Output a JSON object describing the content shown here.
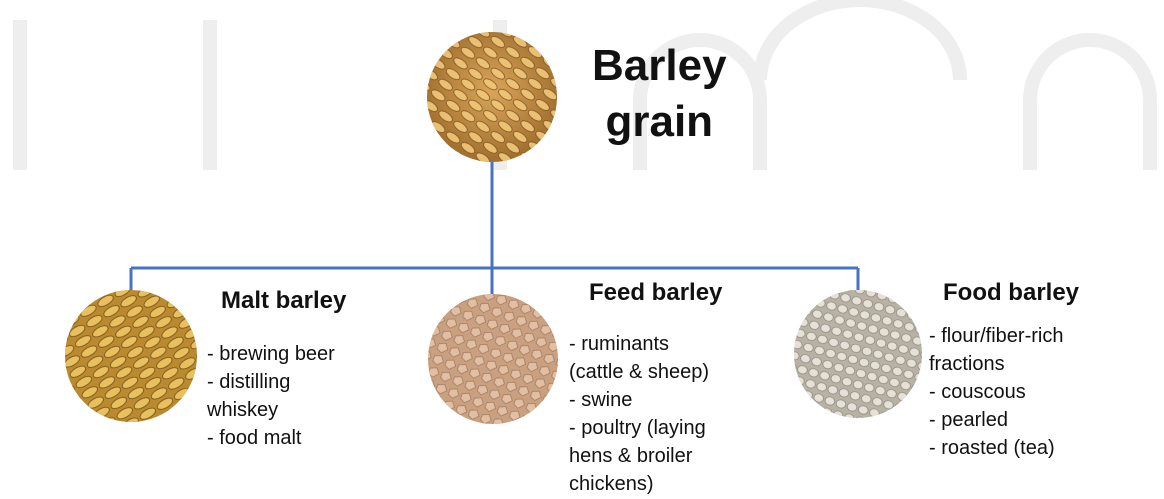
{
  "root": {
    "title_line1": "Barley",
    "title_line2": "grain",
    "image": "barley-grain-photo"
  },
  "branches": [
    {
      "heading": "Malt barley",
      "image": "malt-barley-photo",
      "items": [
        "- brewing beer",
        "- distilling",
        "whiskey",
        "- food malt"
      ]
    },
    {
      "heading": "Feed barley",
      "image": "feed-barley-photo",
      "items": [
        "- ruminants",
        "(cattle & sheep)",
        "- swine",
        "- poultry (laying",
        "hens & broiler",
        "chickens)"
      ]
    },
    {
      "heading": "Food barley",
      "image": "food-barley-photo",
      "items": [
        "- flour/fiber-rich",
        "fractions",
        "- couscous",
        "- pearled",
        "- roasted (tea)"
      ]
    }
  ],
  "colors": {
    "connector": "#4a72c4",
    "watermark": "#eeeeee",
    "text": "#111111"
  }
}
